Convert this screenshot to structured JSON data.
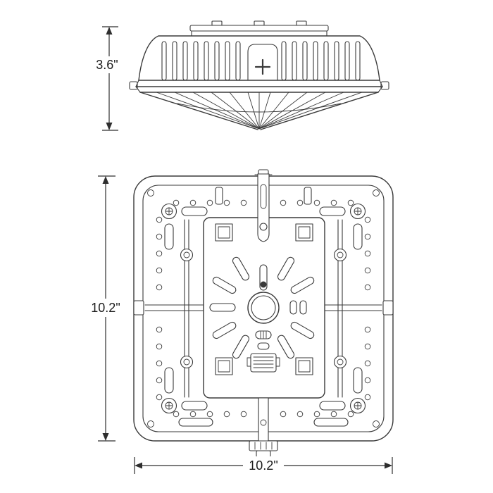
{
  "colors": {
    "line": "#3a3a3a",
    "background": "#ffffff",
    "label_text": "#1c1c1c"
  },
  "dimensions": {
    "side_height_label": "3.6\"",
    "back_height_label": "10.2\"",
    "back_width_label": "10.2\""
  }
}
